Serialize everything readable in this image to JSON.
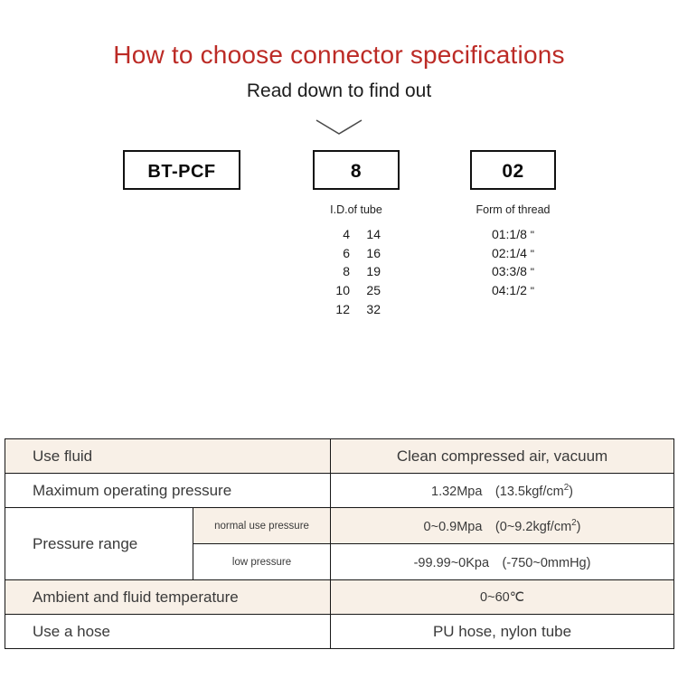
{
  "header": {
    "title": "How to choose connector specifications",
    "subtitle": "Read down to find out",
    "title_color": "#bc2b26",
    "chevron_icon": "chevron-down-icon"
  },
  "code_breakdown": {
    "columns": [
      {
        "box_value": "BT-PCF",
        "caption": "",
        "options": []
      },
      {
        "box_value": "8",
        "caption": "I.D.of tube",
        "options": [
          {
            "a": "4",
            "b": "14"
          },
          {
            "a": "6",
            "b": "16"
          },
          {
            "a": "8",
            "b": "19"
          },
          {
            "a": "10",
            "b": "25"
          },
          {
            "a": "12",
            "b": "32"
          }
        ]
      },
      {
        "box_value": "02",
        "caption": "Form of thread",
        "options": [
          {
            "text": "01:1/8",
            "unit": "\""
          },
          {
            "text": "02:1/4",
            "unit": "\""
          },
          {
            "text": "03:3/8",
            "unit": "\""
          },
          {
            "text": "04:1/2",
            "unit": "\""
          }
        ]
      }
    ]
  },
  "spec_table": {
    "row_bg_beige": "#f8f0e7",
    "rows": [
      {
        "label": "Use fluid",
        "value": "Clean compressed air, vacuum",
        "shaded": true
      },
      {
        "label": "Maximum operating pressure",
        "value_main": "1.32Mpa　(13.5kgf/cm",
        "value_sup": "2",
        "value_tail": ")",
        "shaded": false
      },
      {
        "label": "Pressure range",
        "sub_rows": [
          {
            "sub_label": "normal use pressure",
            "value_main": "0~0.9Mpa　(0~9.2kgf/cm",
            "value_sup": "2",
            "value_tail": ")",
            "shaded": true
          },
          {
            "sub_label": "low pressure",
            "value": "-99.99~0Kpa　(-750~0mmHg)",
            "shaded": false
          }
        ]
      },
      {
        "label": "Ambient and fluid temperature",
        "value": "0~60℃",
        "shaded": true
      },
      {
        "label": "Use a hose",
        "value": "PU hose, nylon tube",
        "shaded": false
      }
    ]
  }
}
